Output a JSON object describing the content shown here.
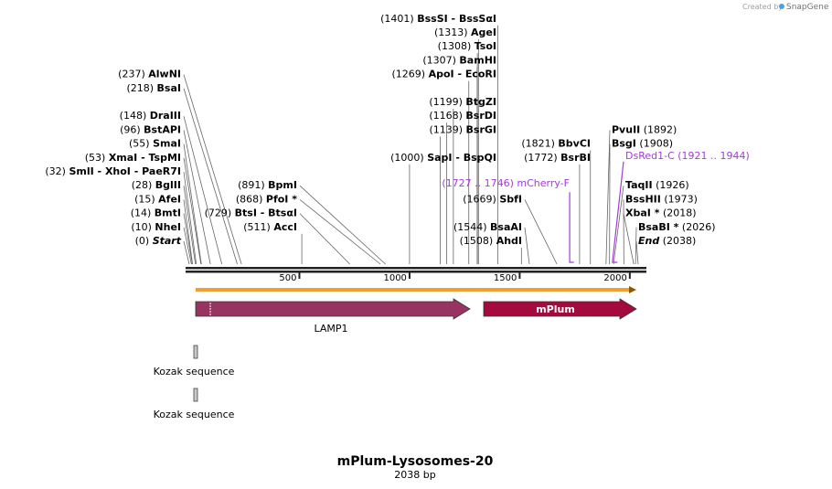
{
  "credit": {
    "prefix": "Created by",
    "brand": "SnapGene"
  },
  "title": "mPlum-Lysosomes-20",
  "subtitle": "2038 bp",
  "sequence_length": 2038,
  "ticks": [
    500,
    1000,
    1500,
    2000
  ],
  "colors": {
    "lamp1": "#983462",
    "mplum": "#a50a3e",
    "primer": "#a33bd9",
    "orf": "#f0a030",
    "kozak": "#c8c8c8"
  },
  "sites": [
    {
      "pos": "(0)",
      "name": "Start",
      "italic": true,
      "bp": 0,
      "side": "left",
      "row": 0
    },
    {
      "pos": "(10)",
      "name": "NheI",
      "bp": 10,
      "side": "left",
      "row": 1
    },
    {
      "pos": "(14)",
      "name": "BmtI",
      "bp": 14,
      "side": "left",
      "row": 2
    },
    {
      "pos": "(15)",
      "name": "AfeI",
      "bp": 15,
      "side": "left",
      "row": 3
    },
    {
      "pos": "(28)",
      "name": "BglII",
      "bp": 28,
      "side": "left",
      "row": 4
    },
    {
      "pos": "(32)",
      "name": "SmlI  -  XhoI  -  PaeR7I",
      "bp": 32,
      "side": "left",
      "row": 5
    },
    {
      "pos": "(53)",
      "name": "XmaI  -  TspMI",
      "bp": 53,
      "side": "left",
      "row": 6
    },
    {
      "pos": "(55)",
      "name": "SmaI",
      "bp": 55,
      "side": "left",
      "row": 7
    },
    {
      "pos": "(96)",
      "name": "BstAPI",
      "bp": 96,
      "side": "left",
      "row": 8
    },
    {
      "pos": "(148)",
      "name": "DraIII",
      "bp": 148,
      "side": "left",
      "row": 9
    },
    {
      "pos": "(218)",
      "name": "BsaI",
      "bp": 218,
      "side": "left",
      "row": 11
    },
    {
      "pos": "(237)",
      "name": "AlwNI",
      "bp": 237,
      "side": "left",
      "row": 12
    },
    {
      "pos": "(511)",
      "name": "AccI",
      "bp": 511,
      "side": "left",
      "row": 1
    },
    {
      "pos": "(729)",
      "name": "BtsI  -  BtsαI",
      "bp": 729,
      "side": "left",
      "row": 2
    },
    {
      "pos": "(868)",
      "name": "PfoI *",
      "bp": 868,
      "side": "left",
      "row": 3
    },
    {
      "pos": "(891)",
      "name": "BpmI",
      "bp": 891,
      "side": "left",
      "row": 4
    },
    {
      "pos": "(1000)",
      "name": "SapI  -  BspQI",
      "bp": 1000,
      "side": "left",
      "row": 6
    },
    {
      "pos": "(1139)",
      "name": "BsrGI",
      "bp": 1139,
      "side": "left",
      "row": 8
    },
    {
      "pos": "(1168)",
      "name": "BsrDI",
      "bp": 1168,
      "side": "left",
      "row": 9
    },
    {
      "pos": "(1199)",
      "name": "BtgZI",
      "bp": 1199,
      "side": "left",
      "row": 10
    },
    {
      "pos": "(1269)",
      "name": "ApoI  -  EcoRI",
      "bp": 1269,
      "side": "left",
      "row": 12
    },
    {
      "pos": "(1307)",
      "name": "BamHI",
      "bp": 1307,
      "side": "left",
      "row": 13
    },
    {
      "pos": "(1308)",
      "name": "TsoI",
      "bp": 1308,
      "side": "left",
      "row": 14
    },
    {
      "pos": "(1313)",
      "name": "AgeI",
      "bp": 1313,
      "side": "left",
      "row": 15
    },
    {
      "pos": "(1401)",
      "name": "BssSI  -  BssSαI",
      "bp": 1401,
      "side": "left",
      "row": 16
    },
    {
      "pos": "(1508)",
      "name": "AhdI",
      "bp": 1508,
      "side": "left",
      "row": 0
    },
    {
      "pos": "(1544)",
      "name": "BsaAI",
      "bp": 1544,
      "side": "left",
      "row": 1
    },
    {
      "pos": "(1669)",
      "name": "SbfI",
      "bp": 1669,
      "side": "left",
      "row": 3
    },
    {
      "pos": "(1772)",
      "name": "BsrBI",
      "bp": 1772,
      "side": "left",
      "row": 6
    },
    {
      "pos": "(1821)",
      "name": "BbvCI",
      "bp": 1821,
      "side": "left",
      "row": 7
    },
    {
      "pos": "(1892)",
      "name": "PvuII",
      "bp": 1892,
      "side": "right",
      "row": 8
    },
    {
      "pos": "(1908)",
      "name": "BsgI",
      "bp": 1908,
      "side": "right",
      "row": 7
    },
    {
      "pos": "(1926)",
      "name": "TaqII",
      "bp": 1926,
      "side": "right",
      "row": 4
    },
    {
      "pos": "(1973)",
      "name": "BssHII",
      "bp": 1973,
      "side": "right",
      "row": 3
    },
    {
      "pos": "(2018)",
      "name": "XbaI *",
      "bp": 2018,
      "side": "right",
      "row": 2
    },
    {
      "pos": "(2026)",
      "name": "BsaBI *",
      "bp": 2026,
      "side": "right",
      "row": 1
    },
    {
      "pos": "(2038)",
      "name": "End",
      "italic": true,
      "bp": 2038,
      "side": "right",
      "row": 0
    }
  ],
  "primers": [
    {
      "name": "mCherry-F",
      "range": "(1727 .. 1746)",
      "start": 1727,
      "end": 1746,
      "side": "left",
      "row": 4
    },
    {
      "name": "DsRed1-C",
      "range": "(1921 .. 1944)",
      "start": 1921,
      "end": 1944,
      "side": "right",
      "row": 6
    }
  ],
  "features": [
    {
      "name": "LAMP1",
      "start": 40,
      "end": 1270,
      "label_below": true
    },
    {
      "name": "mPlum",
      "start": 1300,
      "end": 1980,
      "label_inside": true
    }
  ],
  "kozak": [
    {
      "label": "Kozak sequence",
      "bp": 40
    },
    {
      "label": "Kozak sequence",
      "bp": 40
    }
  ]
}
